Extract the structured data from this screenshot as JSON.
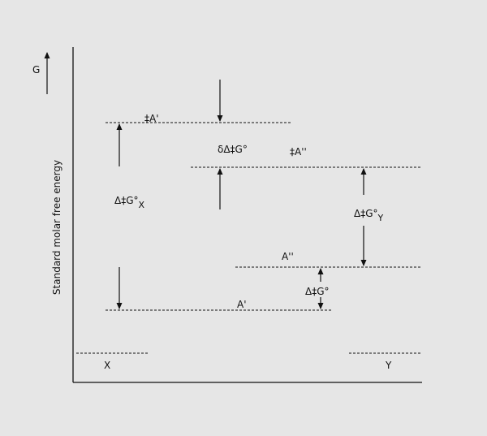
{
  "diagram": {
    "axis_y_label": "Standard molar free energy",
    "g_label": "G",
    "labels": {
      "x_state": "X",
      "y_state": "Y",
      "a_prime": "A'",
      "a_double_prime": "A''",
      "ts_a_prime": "‡A'",
      "ts_a_double_prime": "‡A''",
      "delta_delta_g": "δΔ‡G°",
      "delta_g_x_main": "Δ‡G°",
      "delta_g_x_sub": "X",
      "delta_g_y_main": "Δ‡G°",
      "delta_g_y_sub": "Y",
      "delta_g_small": "Δ‡G°"
    },
    "colors": {
      "background": "#e6e6e6",
      "ink": "#111111"
    }
  }
}
